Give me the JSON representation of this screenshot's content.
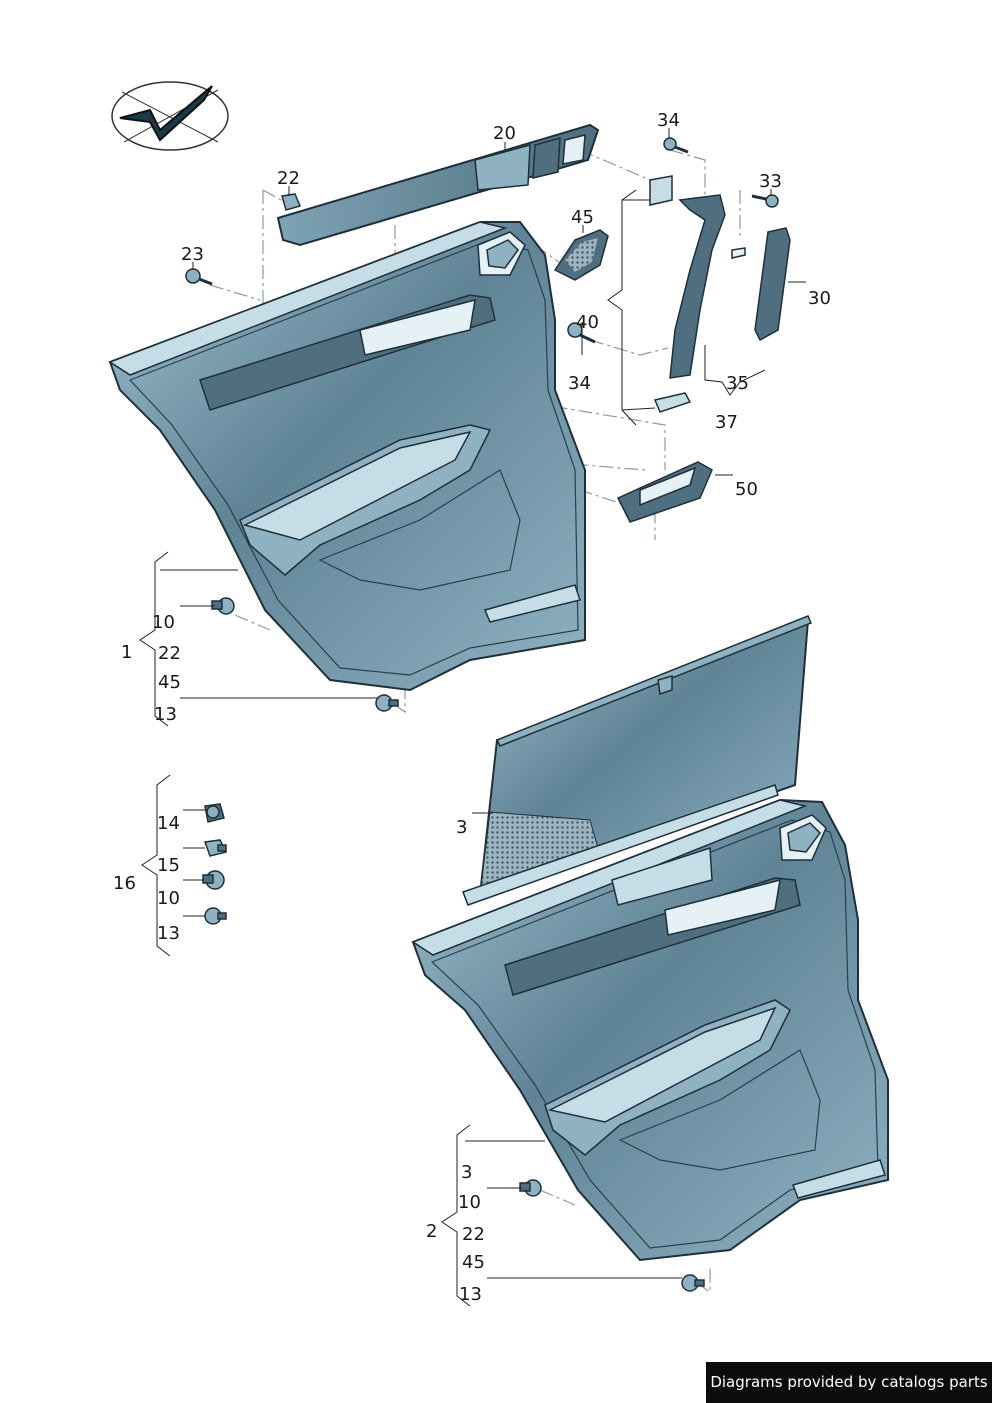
{
  "labels": {
    "p20": "20",
    "p22a": "22",
    "p23": "23",
    "p45a": "45",
    "p34a": "34",
    "p33": "33",
    "p30": "30",
    "p40": "40",
    "p34b": "34",
    "p35": "35",
    "p37": "37",
    "p50": "50",
    "p1": "1",
    "p10a": "10",
    "p22b": "22",
    "p45b": "45",
    "p13a": "13",
    "p16": "16",
    "p14": "14",
    "p15": "15",
    "p10b": "10",
    "p13b": "13",
    "p3a": "3",
    "p2": "2",
    "p3b": "3",
    "p10c": "10",
    "p22c": "22",
    "p45c": "45",
    "p13c": "13"
  },
  "footer": {
    "text": "Diagrams provided by catalogs parts"
  },
  "colors": {
    "panel_dark": "#4f6f80",
    "panel_light": "#c5dde7",
    "outline": "#1f2f3a"
  }
}
